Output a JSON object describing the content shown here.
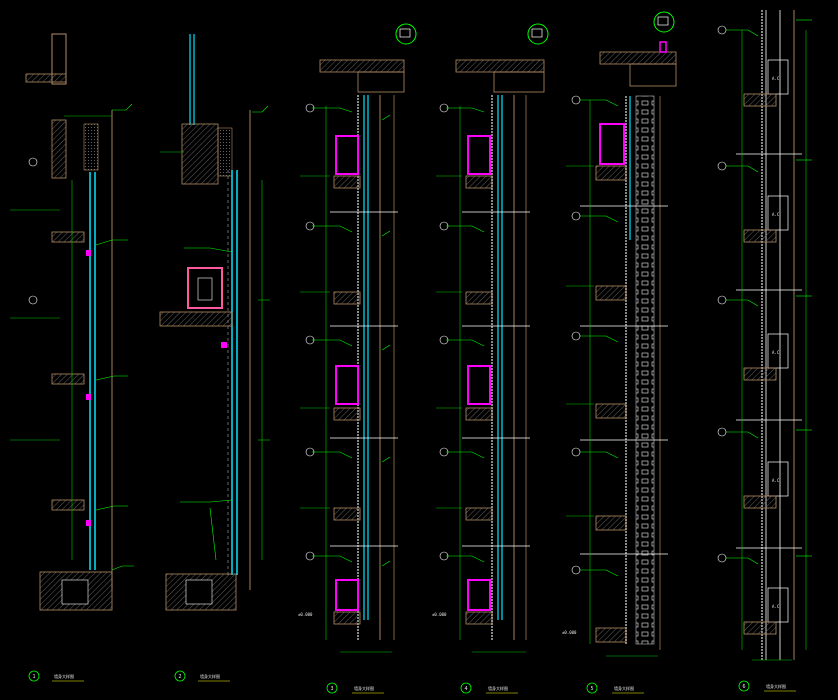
{
  "colors": {
    "background": "#000000",
    "wall": "#b48c64",
    "hatch": "#6e6e6e",
    "glass": "#00e5ff",
    "dimension": "#00c800",
    "leader": "#00ff00",
    "accent": "#ff00ff",
    "line": "#ffffff",
    "yellow": "#ffff00",
    "pink": "#ff5aa0",
    "text": "#e8e8e8"
  },
  "sections": [
    {
      "marker": "1",
      "label": "墙身大样图"
    },
    {
      "marker": "2",
      "label": "墙身大样图"
    },
    {
      "marker": "3",
      "label": "墙身大样图"
    },
    {
      "marker": "4",
      "label": "墙身大样图"
    },
    {
      "marker": "5",
      "label": "墙身大样图"
    },
    {
      "marker": "6",
      "label": "墙身大样图"
    }
  ],
  "level_marks": [
    "±0.000",
    "±0.000",
    "±0.000"
  ],
  "ac_label": "A.C"
}
